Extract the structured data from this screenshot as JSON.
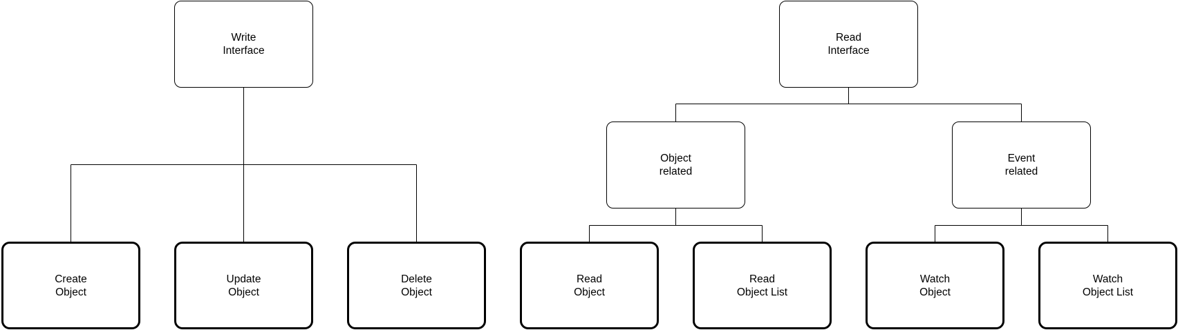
{
  "diagram": {
    "write_tree": {
      "root": {
        "line1": "Write",
        "line2": "Interface"
      },
      "children": [
        {
          "line1": "Create",
          "line2": "Object"
        },
        {
          "line1": "Update",
          "line2": "Object"
        },
        {
          "line1": "Delete",
          "line2": "Object"
        }
      ]
    },
    "read_tree": {
      "root": {
        "line1": "Read",
        "line2": "Interface"
      },
      "groups": [
        {
          "label": {
            "line1": "Object",
            "line2": "related"
          },
          "children": [
            {
              "line1": "Read",
              "line2": "Object"
            },
            {
              "line1": "Read",
              "line2": "Object List"
            }
          ]
        },
        {
          "label": {
            "line1": "Event",
            "line2": "related"
          },
          "children": [
            {
              "line1": "Watch",
              "line2": "Object"
            },
            {
              "line1": "Watch",
              "line2": "Object List"
            }
          ]
        }
      ]
    }
  }
}
